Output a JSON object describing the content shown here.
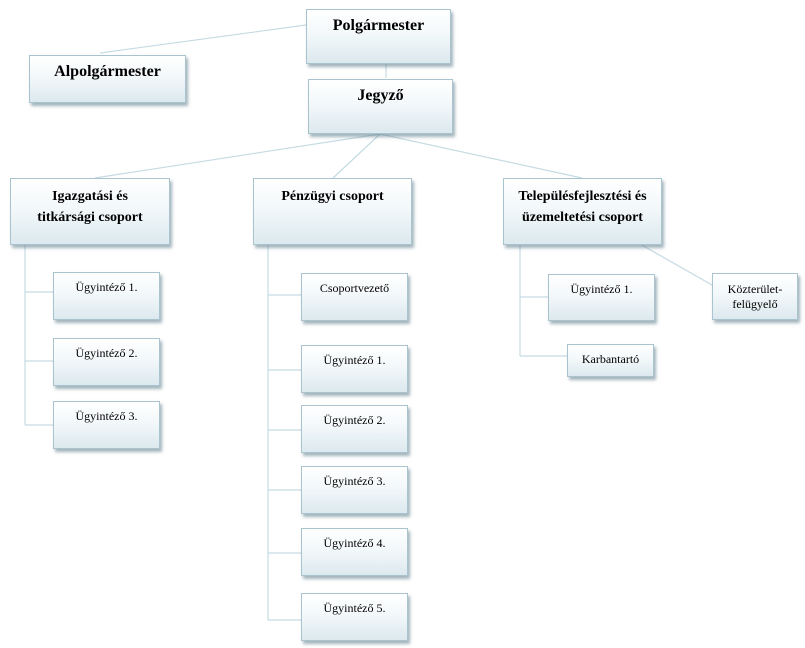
{
  "chart": {
    "mayor": "Polgármester",
    "deputy_mayor": "Alpolgármester",
    "notary": "Jegyző",
    "groups": [
      {
        "name": "Igazgatási és titkársági csoport",
        "members": [
          "Ügyintéző 1.",
          "Ügyintéző 2.",
          "Ügyintéző 3."
        ]
      },
      {
        "name": "Pénzügyi csoport",
        "members": [
          "Csoportvezető",
          "Ügyintéző 1.",
          "Ügyintéző 2.",
          "Ügyintéző 3.",
          "Ügyintéző 4.",
          "Ügyintéző 5."
        ]
      },
      {
        "name": "Településfejlesztési és üzemeltetési csoport",
        "members": [
          "Ügyintéző 1.",
          "Karbantartó"
        ],
        "side_member": "Közterület-felügyelő"
      }
    ]
  }
}
